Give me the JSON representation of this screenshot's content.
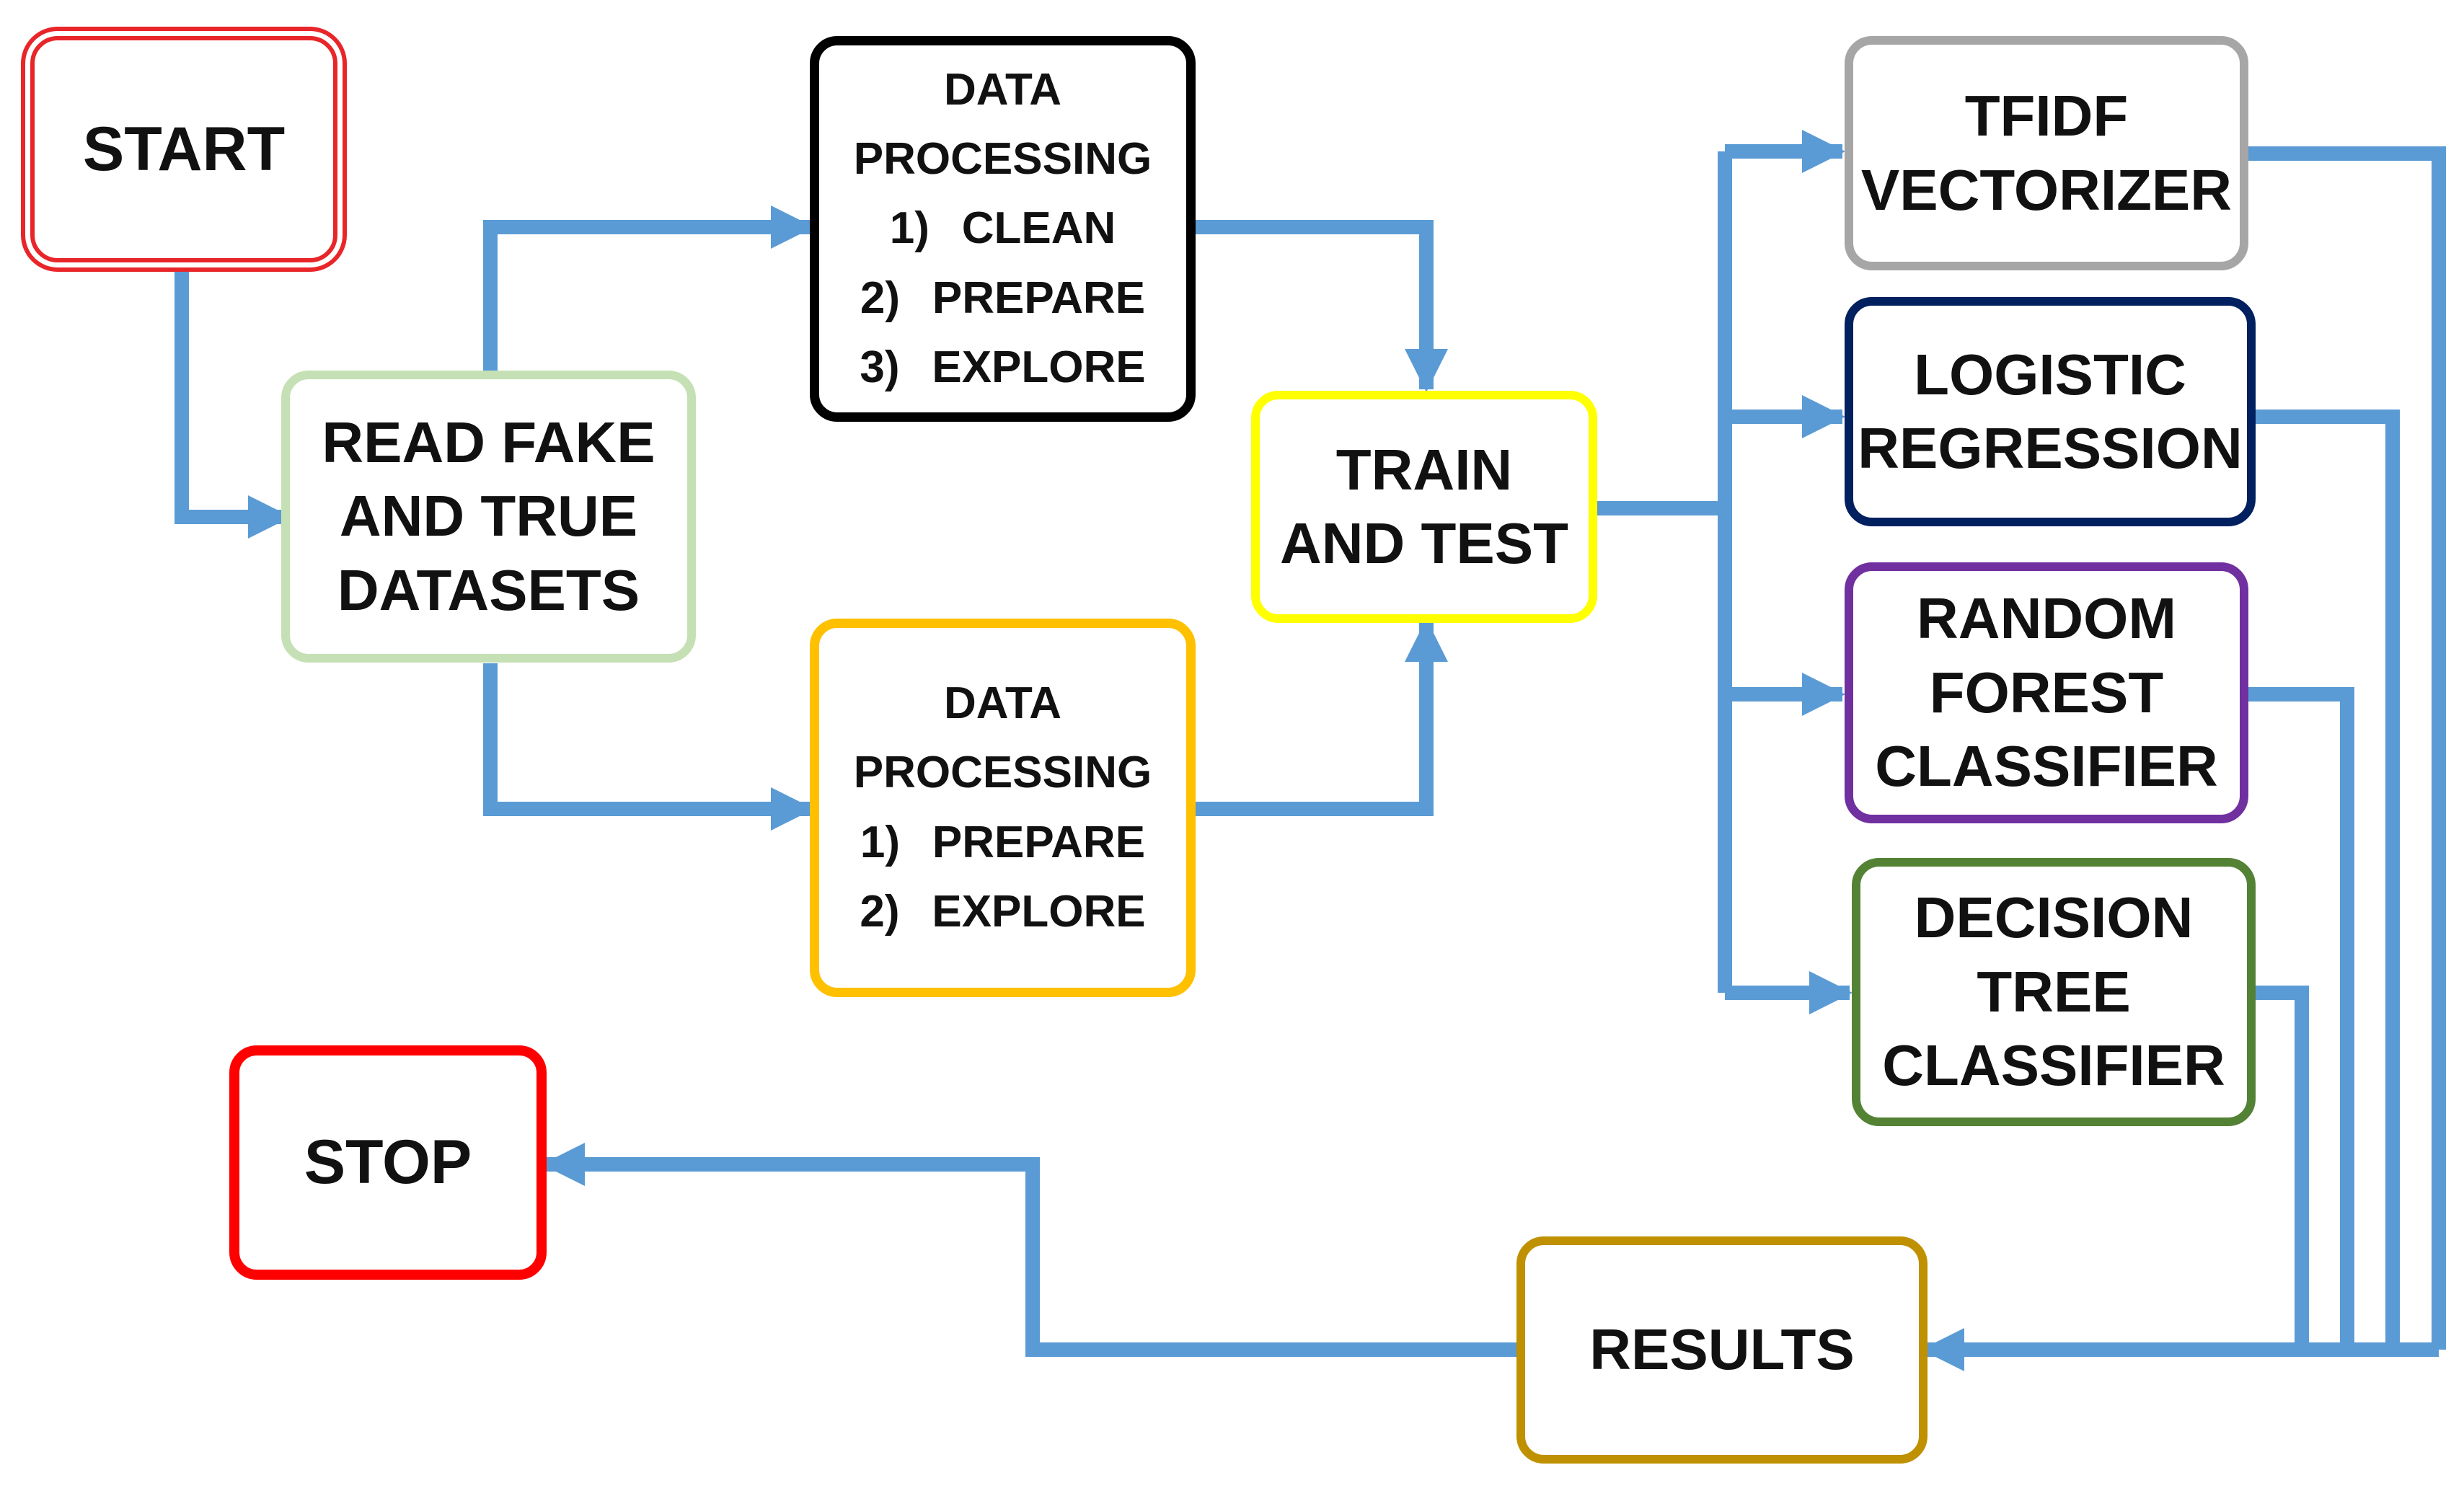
{
  "nodes": {
    "start": {
      "text": "START",
      "color": "#e8262a"
    },
    "read": {
      "lines": [
        "READ FAKE",
        "AND TRUE",
        "DATASETS"
      ],
      "color": "#c5e0b4"
    },
    "dp1": {
      "title1": "DATA",
      "title2": "PROCESSING",
      "items": [
        {
          "num": "1)",
          "label": "CLEAN"
        },
        {
          "num": "2)",
          "label": "PREPARE"
        },
        {
          "num": "3)",
          "label": "EXPLORE"
        }
      ],
      "color": "#000000"
    },
    "dp2": {
      "title1": "DATA",
      "title2": "PROCESSING",
      "items": [
        {
          "num": "1)",
          "label": "PREPARE"
        },
        {
          "num": "2)",
          "label": "EXPLORE"
        }
      ],
      "color": "#ffc000"
    },
    "train": {
      "lines": [
        "TRAIN",
        "AND TEST"
      ],
      "color": "#ffff00"
    },
    "tfidf": {
      "lines": [
        "TFIDF",
        "VECTORIZER"
      ],
      "color": "#a6a6a6"
    },
    "logistic": {
      "lines": [
        "LOGISTIC",
        "REGRESSION"
      ],
      "color": "#002060"
    },
    "random": {
      "lines": [
        "RANDOM",
        "FOREST",
        "CLASSIFIER"
      ],
      "color": "#7030a0"
    },
    "decision": {
      "lines": [
        "DECISION",
        "TREE",
        "CLASSIFIER"
      ],
      "color": "#548235"
    },
    "results": {
      "text": "RESULTS",
      "color": "#bf9000"
    },
    "stop": {
      "text": "STOP",
      "color": "#ff0000"
    }
  },
  "arrow_color": "#5b9bd5"
}
